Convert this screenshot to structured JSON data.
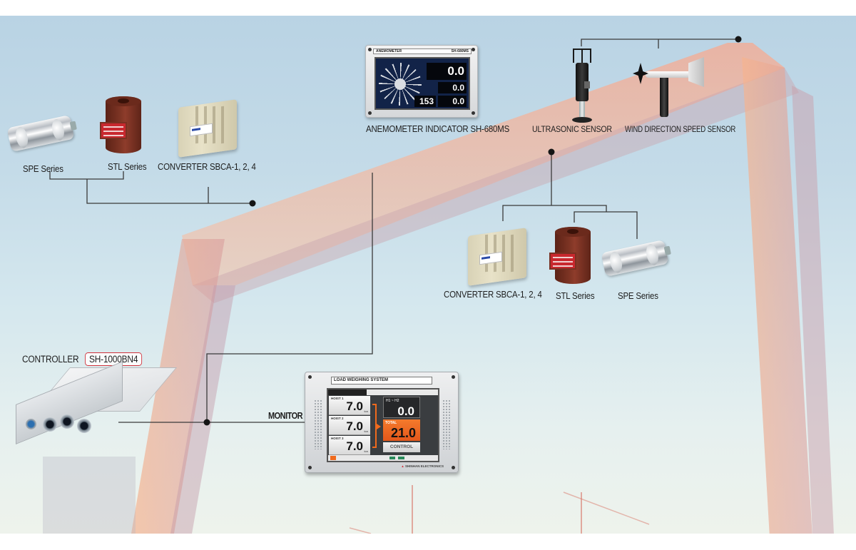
{
  "diagram": {
    "title": "Load Weighing System Configuration",
    "colors": {
      "connector_line": "#3a3a3a",
      "node_dot": "#151515",
      "model_box_border": "#d0303a",
      "crane_structure": "#f08a68",
      "sky_top": "#b9d3e4",
      "sky_bottom": "#eef3ec"
    }
  },
  "components": {
    "left_group": {
      "spe_label": "SPE Series",
      "stl_label": "STL Series",
      "converter_label": "CONVERTER SBCA-1, 2, 4"
    },
    "anemometer": {
      "label": "ANEMOMETER INDICATOR  SH-680MS",
      "screen": {
        "header_left": "ANEMOMETER",
        "header_right": "SH-680MS",
        "value_main": "0.0",
        "value_2": "0.0",
        "value_3": "0.0",
        "value_direction": "153"
      }
    },
    "sensors": {
      "ultrasonic_label": "ULTRASONIC SENSOR",
      "wind_label": "WIND DIRECTION SPEED SENSOR"
    },
    "right_group": {
      "converter_label": "CONVERTER SBCA-1, 2, 4",
      "stl_label": "STL Series",
      "spe_label": "SPE Series"
    },
    "controller": {
      "label": "CONTROLLER",
      "model": "SH-1000BN4"
    },
    "monitor": {
      "label": "MONITOR",
      "panel_title": "LOAD WEIGHING SYSTEM",
      "hoists": [
        {
          "name": "HOIST 1",
          "value": "7.0",
          "unit": "ton"
        },
        {
          "name": "HOIST 2",
          "value": "7.0",
          "unit": "ton"
        },
        {
          "name": "HOIST 3",
          "value": "7.0",
          "unit": "ton"
        }
      ],
      "h1_h2": {
        "name": "H1 ~ H2",
        "value": "0.0",
        "unit": "ton"
      },
      "total": {
        "name": "TOTAL",
        "value": "21.0",
        "unit": "ton"
      },
      "control_label": "CONTROL",
      "brand": "SHINHAN ELECTRONICS"
    }
  }
}
